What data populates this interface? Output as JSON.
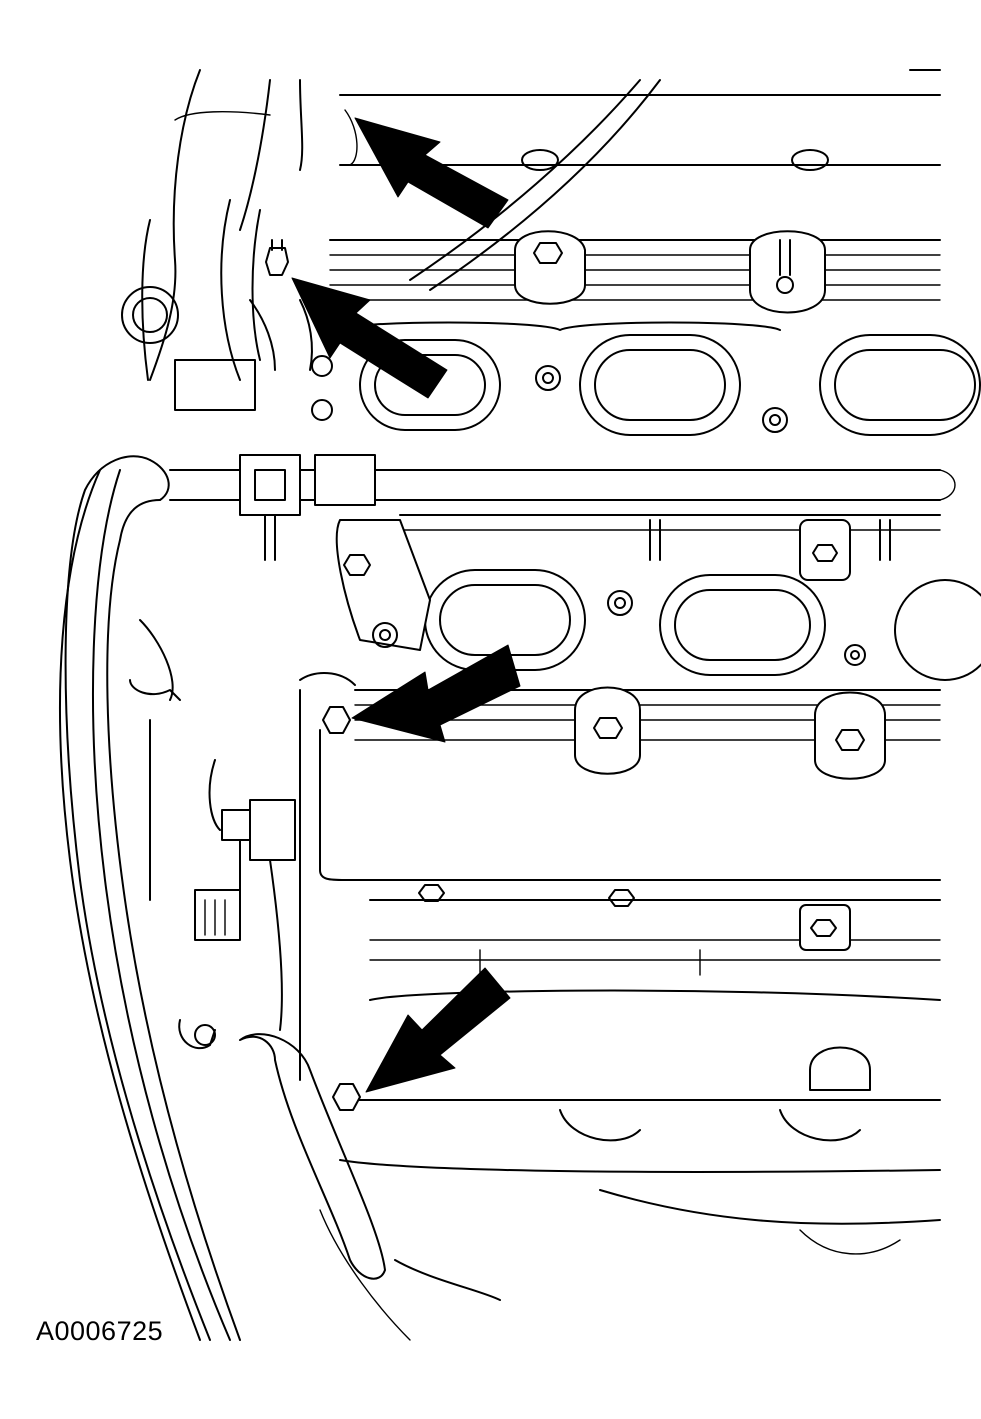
{
  "figure": {
    "id_label": "A0006725"
  },
  "callouts": [
    {
      "name": "arrow-upper-left",
      "target": "fastener"
    },
    {
      "name": "arrow-stud",
      "target": "stud"
    },
    {
      "name": "arrow-bolt-middle",
      "target": "bolt"
    },
    {
      "name": "arrow-bolt-lower",
      "target": "bolt"
    }
  ],
  "colors": {
    "line": "#000000",
    "background": "#ffffff"
  }
}
